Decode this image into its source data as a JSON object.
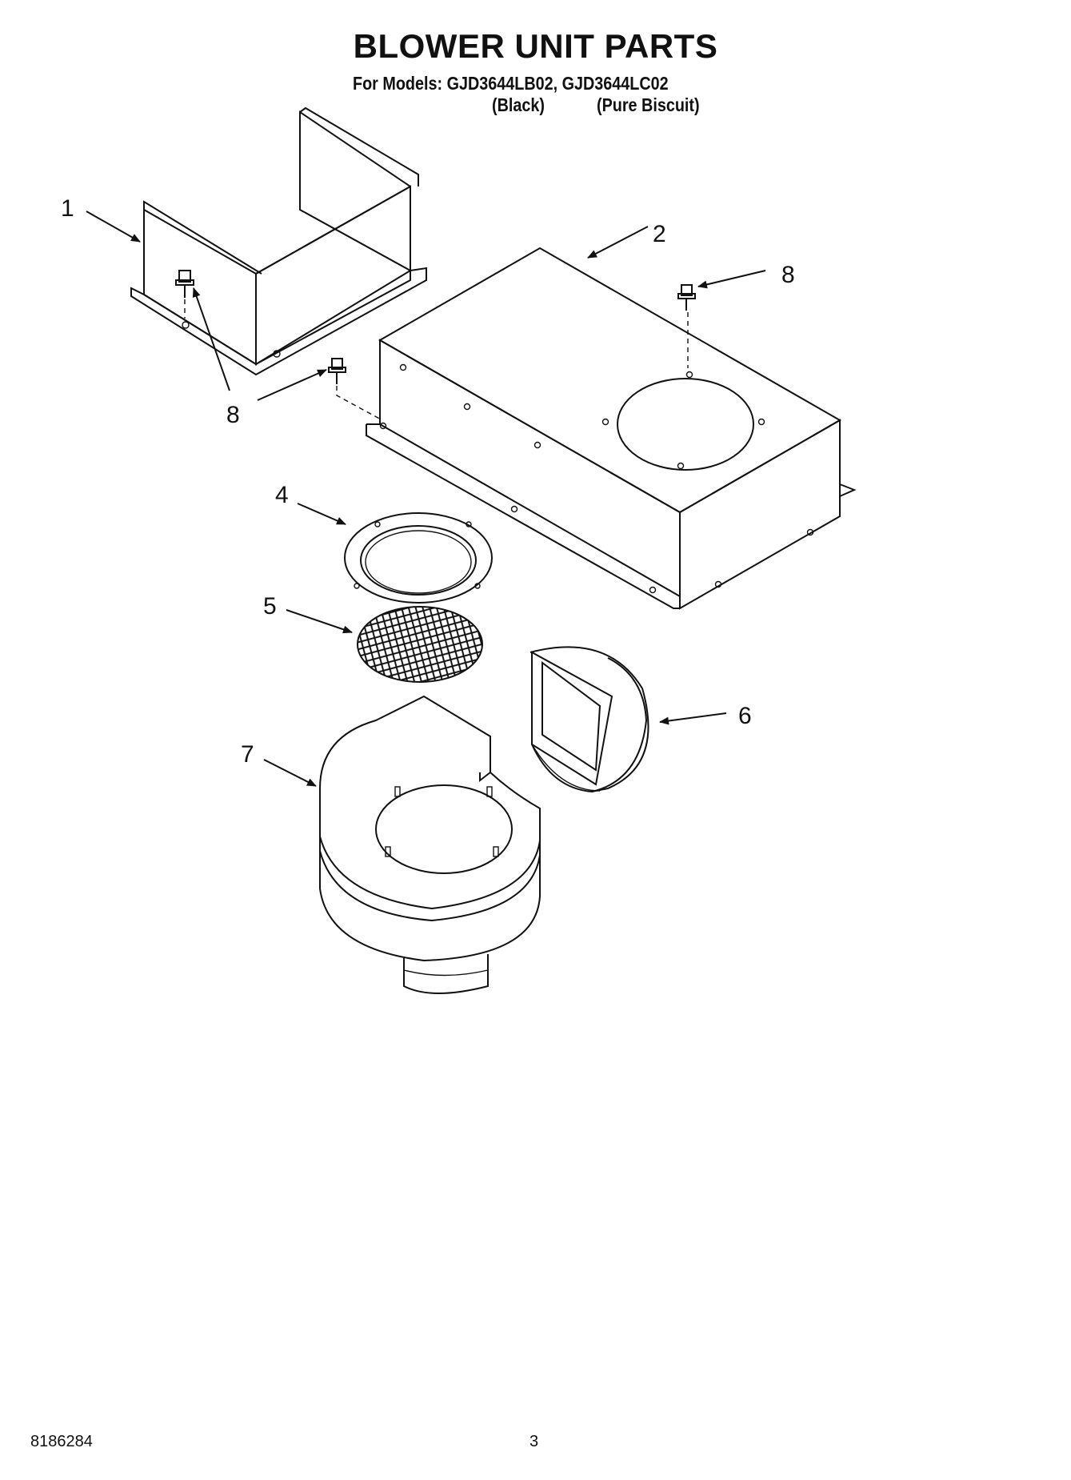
{
  "header": {
    "title": "BLOWER UNIT PARTS",
    "models_line": "For Models: GJD3644LB02, GJD3644LC02",
    "variant_black": "(Black)",
    "variant_biscuit": "(Pure Biscuit)"
  },
  "callouts": {
    "c1": "1",
    "c2": "2",
    "c4": "4",
    "c5": "5",
    "c6": "6",
    "c7": "7",
    "c8a": "8",
    "c8b": "8"
  },
  "footer": {
    "doc_number": "8186284",
    "page_number": "3"
  }
}
